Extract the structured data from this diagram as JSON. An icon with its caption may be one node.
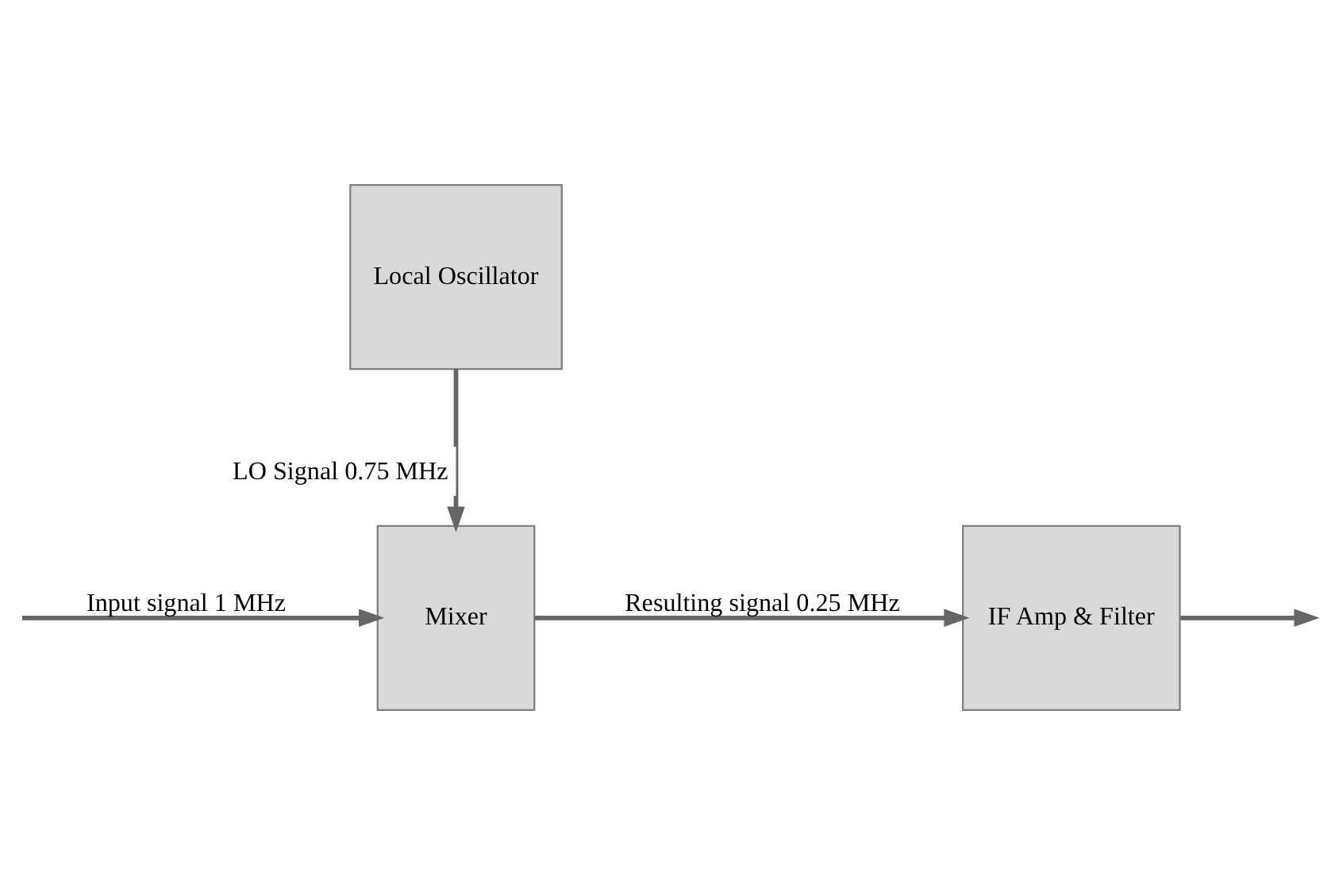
{
  "diagram": {
    "nodes": [
      {
        "text": [
          "Mixer"
        ]
      },
      {
        "text": [
          "IF Amp & Filter"
        ]
      },
      {
        "text": [
          "Local Oscillator"
        ]
      }
    ],
    "edges": [
      {
        "from": null,
        "to": 0,
        "arrow": "to",
        "label": "Input signal 1 MHz"
      },
      {
        "from": 0,
        "to": 1,
        "arrow": "to",
        "label": "Resulting signal 0.25 MHz"
      },
      {
        "from": 2,
        "to": 0,
        "arrow": "to",
        "label": "LO Signal 0.75 MHz"
      },
      {
        "from": 1,
        "to": null,
        "arrow": "to"
      }
    ]
  }
}
